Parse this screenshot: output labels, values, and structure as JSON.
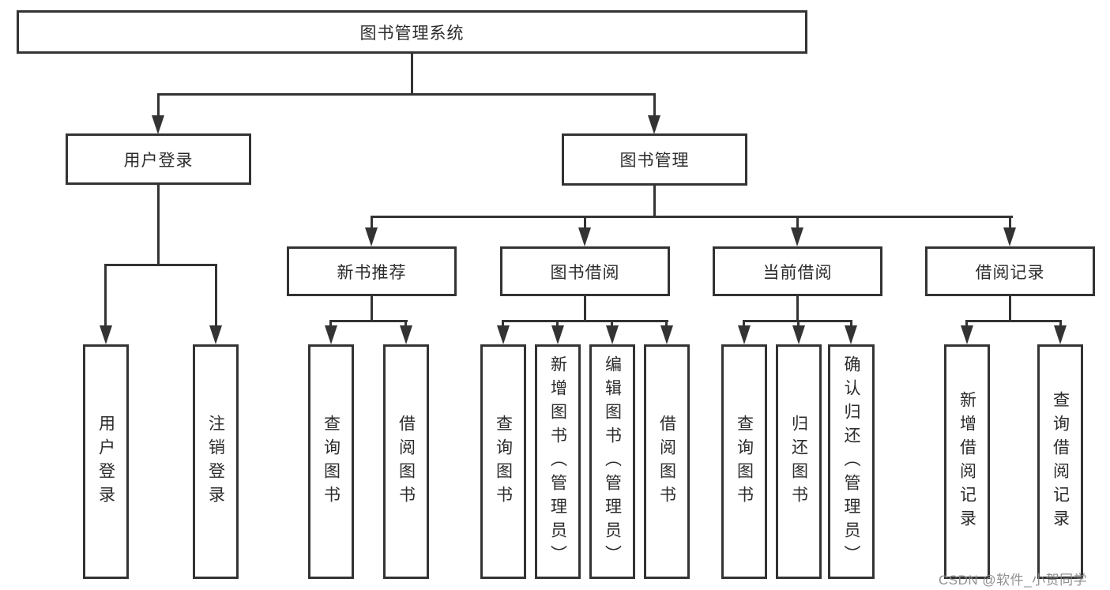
{
  "tree": {
    "label": "图书管理系统",
    "children": [
      {
        "label": "用户登录",
        "children": [
          {
            "label": "用户登录"
          },
          {
            "label": "注销登录"
          }
        ]
      },
      {
        "label": "图书管理",
        "children": [
          {
            "label": "新书推荐",
            "children": [
              {
                "label": "查询图书"
              },
              {
                "label": "借阅图书"
              }
            ]
          },
          {
            "label": "图书借阅",
            "children": [
              {
                "label": "查询图书"
              },
              {
                "label": "新增图书（管理员）"
              },
              {
                "label": "编辑图书（管理员）"
              },
              {
                "label": "借阅图书"
              }
            ]
          },
          {
            "label": "当前借阅",
            "children": [
              {
                "label": "查询图书"
              },
              {
                "label": "归还图书"
              },
              {
                "label": "确认归还（管理员）"
              }
            ]
          },
          {
            "label": "借阅记录",
            "children": [
              {
                "label": "新增借阅记录"
              },
              {
                "label": "查询借阅记录"
              }
            ]
          }
        ]
      }
    ]
  },
  "watermark": {
    "text": "CSDN @软件_小贺同学"
  },
  "colors": {
    "line": "#333333",
    "text": "#2b2b2b",
    "watermark": "#878787",
    "background": "#ffffff"
  }
}
